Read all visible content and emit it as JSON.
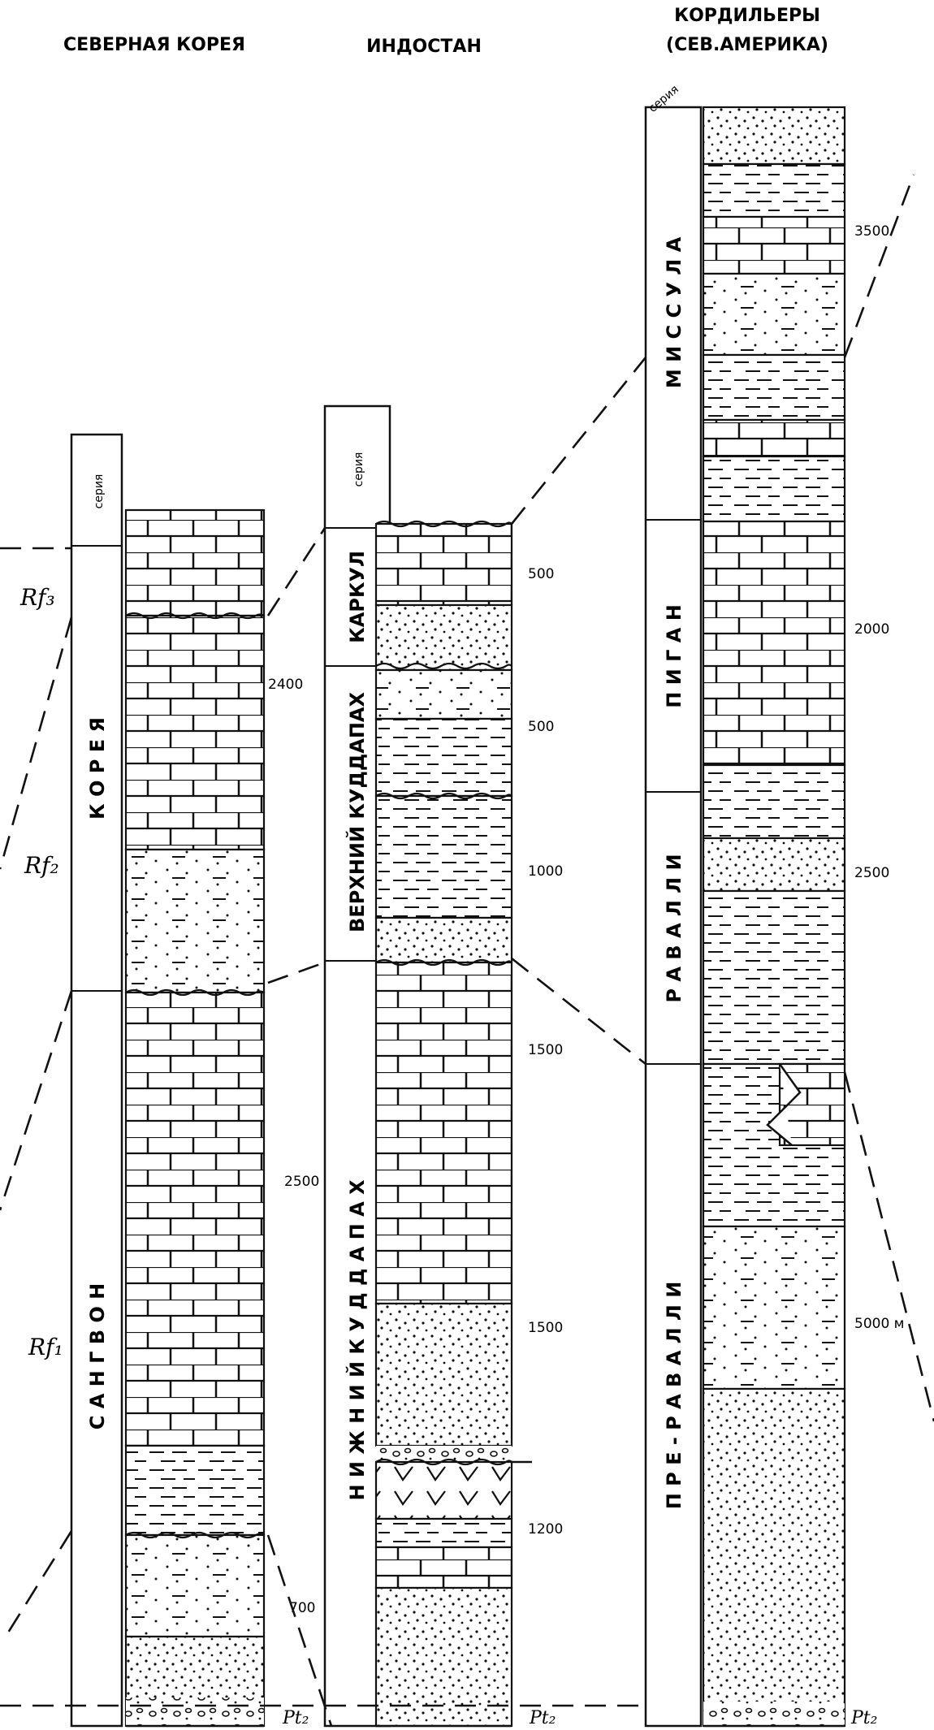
{
  "headers": {
    "korea": "СЕВЕРНАЯ КОРЕЯ",
    "india": "ИНДОСТАН",
    "cordillera_1": "КОРДИЛЬЕРЫ",
    "cordillera_2": "(СЕВ.АМЕРИКА)"
  },
  "column_header_label": "серия",
  "cordillera_header_label": "серия",
  "korea": {
    "series": [
      {
        "name": "К О Р Е Я"
      },
      {
        "name": "С А Н Г В О Н"
      }
    ],
    "thicknesses": [
      "2400",
      "2500",
      "700"
    ]
  },
  "india": {
    "series": [
      {
        "name": "КАРКУЛ"
      },
      {
        "name": "ВЕРХНИЙ КУДДАПАХ"
      },
      {
        "name": "Н И Ж Н И Й   К У Д Д А П А Х"
      }
    ],
    "thicknesses": [
      "500",
      "500",
      "1000",
      "1500",
      "1500",
      "1200"
    ]
  },
  "cordillera": {
    "series": [
      {
        "name": "М И С С У Л А"
      },
      {
        "name": "П И Г А Н"
      },
      {
        "name": "Р А В А Л Л И"
      },
      {
        "name": "П Р Е - Р А В А Л Л И"
      }
    ],
    "thicknesses": [
      "3500",
      "2000",
      "2500",
      "5000 м"
    ]
  },
  "zones": [
    "Rf₃",
    "Rf₂",
    "Rf₁"
  ],
  "base_labels": [
    "Pt₂",
    "Pt₂",
    "Pt₂"
  ],
  "colors": {
    "ink": "#111111",
    "paper": "#ffffff"
  }
}
